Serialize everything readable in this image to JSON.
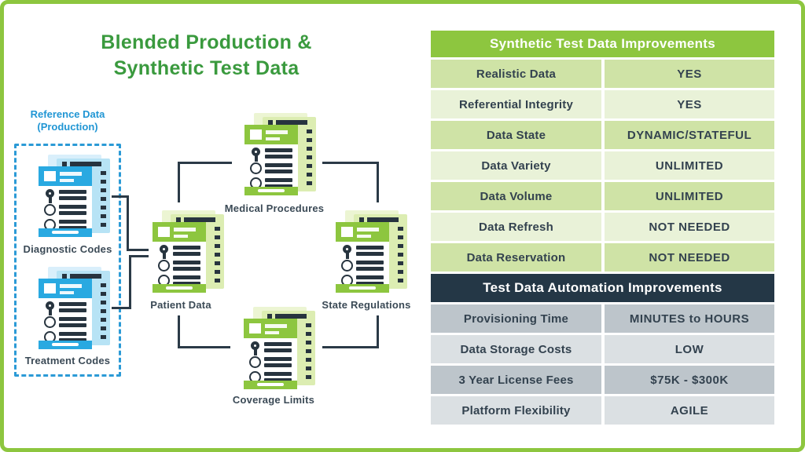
{
  "title": {
    "line1": "Blended Production &",
    "line2": "Synthetic Test Data"
  },
  "diagram": {
    "reference_label_line1": "Reference Data",
    "reference_label_line2": "(Production)",
    "nodes": {
      "diagnostic": {
        "label": "Diagnostic Codes"
      },
      "treatment": {
        "label": "Treatment Codes"
      },
      "patient": {
        "label": "Patient Data"
      },
      "medical": {
        "label": "Medical Procedures"
      },
      "state": {
        "label": "State Regulations"
      },
      "coverage": {
        "label": "Coverage Limits"
      }
    },
    "icons": [
      "document-stack-icon",
      "key-icon",
      "circle-bullet-icon"
    ]
  },
  "table": {
    "synthetic": {
      "header": "Synthetic Test Data Improvements",
      "rows": [
        {
          "label": "Realistic Data",
          "value": "YES"
        },
        {
          "label": "Referential Integrity",
          "value": "YES"
        },
        {
          "label": "Data State",
          "value": "DYNAMIC/STATEFUL"
        },
        {
          "label": "Data Variety",
          "value": "UNLIMITED"
        },
        {
          "label": "Data Volume",
          "value": "UNLIMITED"
        },
        {
          "label": "Data Refresh",
          "value": "NOT NEEDED"
        },
        {
          "label": "Data Reservation",
          "value": "NOT NEEDED"
        }
      ]
    },
    "automation": {
      "header": "Test Data Automation Improvements",
      "rows": [
        {
          "label": "Provisioning Time",
          "value": "MINUTES to HOURS"
        },
        {
          "label": "Data Storage Costs",
          "value": "LOW"
        },
        {
          "label": "3 Year License Fees",
          "value": "$75K - $300K"
        },
        {
          "label": "Platform Flexibility",
          "value": "AGILE"
        }
      ]
    }
  },
  "colors": {
    "accent_green": "#8dc63f",
    "title_green": "#3a9a3e",
    "accent_blue": "#29a9e1",
    "label_blue": "#2196d4",
    "dark_navy": "#243746",
    "text_navy": "#33424f",
    "row_green_dark": "#cfe3a6",
    "row_green_light": "#e9f2d8",
    "row_gray_dark": "#bdc5cb",
    "row_gray_light": "#dbe0e3"
  }
}
